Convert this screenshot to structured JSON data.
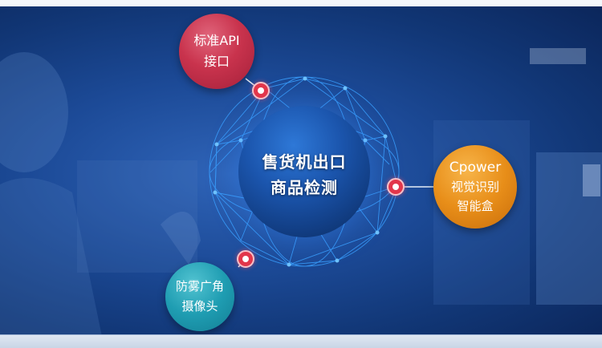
{
  "center": {
    "line1": "售货机出口",
    "line2": "商品检测"
  },
  "features": [
    {
      "line1": "标准API",
      "line2": "接口",
      "line3": ""
    },
    {
      "line1": "Cpower",
      "line2": "视觉识别",
      "line3": "智能盒"
    },
    {
      "line1": "防雾广角",
      "line2": "摄像头",
      "line3": ""
    }
  ],
  "colors": {
    "background": "#1c4a97",
    "api_bubble": "#c9334d",
    "cpower_bubble": "#e88e19",
    "camera_bubble": "#1f9db2",
    "connector_dot": "#e2364b",
    "network": "#3aa0ff"
  }
}
